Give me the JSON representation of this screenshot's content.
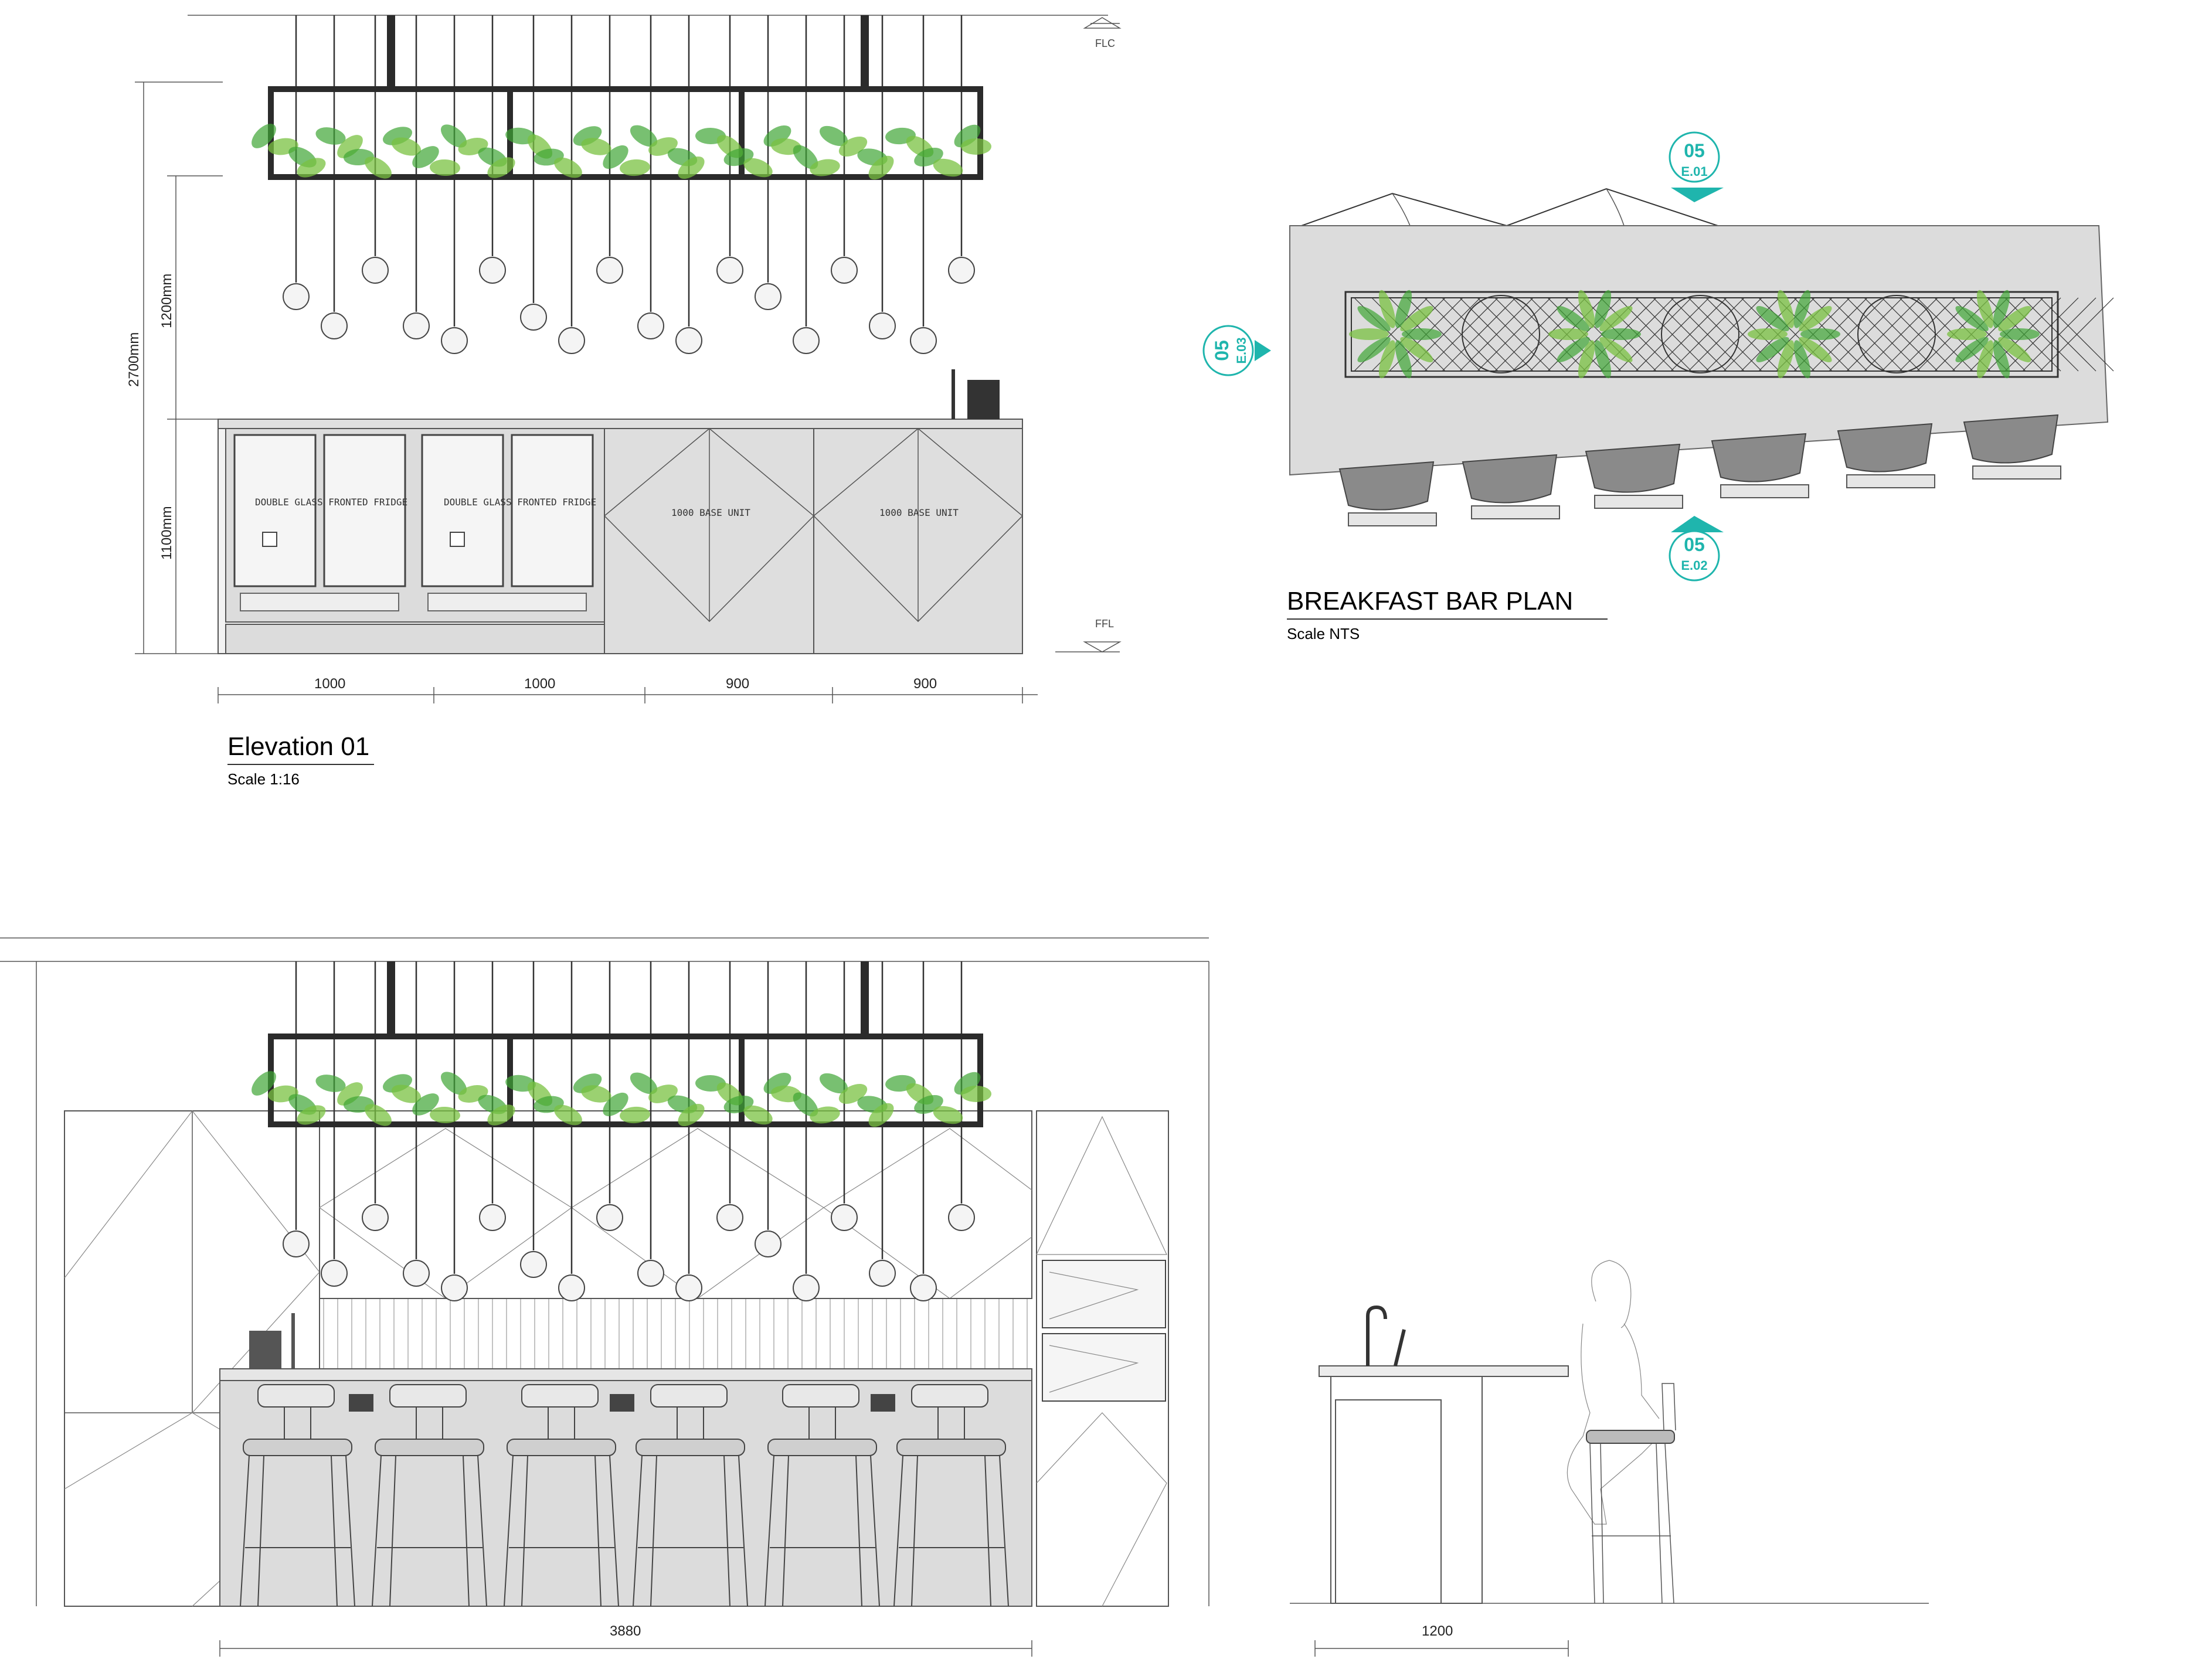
{
  "colors": {
    "accent_teal": "#1fb5ad",
    "plant_green": "#7ac142",
    "counter_grey": "#dcdcdc",
    "frame_dark": "#2b2b2b"
  },
  "elevation_01": {
    "title": "Elevation 01",
    "scale": "Scale 1:16",
    "level_top": "FLC",
    "level_bottom": "FFL",
    "dim_total_height": "2700mm",
    "dim_upper": "1200mm",
    "dim_lower": "1100mm",
    "widths": [
      "1000",
      "1000",
      "900",
      "900"
    ],
    "fridge_label": "DOUBLE GLASS FRONTED FRIDGE",
    "base_unit_label": "1000 BASE UNIT"
  },
  "plan": {
    "title": "BREAKFAST BAR PLAN",
    "scale": "Scale NTS",
    "tag_top": {
      "number": "05",
      "ref": "E.01"
    },
    "tag_left": {
      "number": "05",
      "ref": "E.03"
    },
    "tag_bottom": {
      "number": "05",
      "ref": "E.02"
    }
  },
  "elevation_02": {
    "width_label": "3880"
  },
  "elevation_03": {
    "width_label": "1200"
  }
}
